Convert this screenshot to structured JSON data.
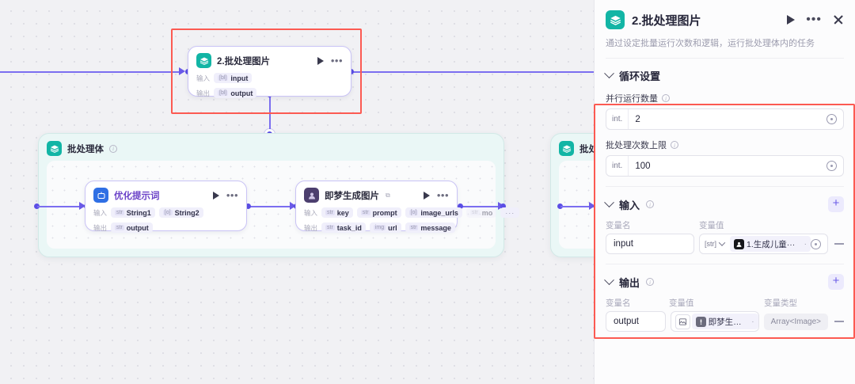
{
  "canvas": {
    "nodes": [
      {
        "id": "batch-image-node",
        "icon": "layers-icon",
        "icon_color": "#12b5a5",
        "title": "2.批处理图片",
        "input_label": "输入",
        "output_label": "输出",
        "inputs": [
          {
            "type": "[bl]",
            "name": "input"
          }
        ],
        "outputs": [
          {
            "type": "[bl]",
            "name": "output"
          }
        ],
        "play_icon": "play-icon",
        "more_icon": "ellipsis-icon"
      },
      {
        "id": "optimize-prompt-node",
        "icon": "robot-icon",
        "icon_color": "#2f6fe4",
        "title": "优化提示词",
        "input_label": "输入",
        "output_label": "输出",
        "inputs": [
          {
            "type": "str",
            "name": "String1"
          },
          {
            "type": "[o]",
            "name": "String2"
          }
        ],
        "outputs": [
          {
            "type": "str",
            "name": "output"
          }
        ],
        "play_icon": "play-icon",
        "more_icon": "ellipsis-icon"
      },
      {
        "id": "jimeng-generate-image-node",
        "icon": "avatar-icon",
        "icon_color": "#4c3f6e",
        "title": "即梦生成图片",
        "badge_icon": "plugin-icon",
        "input_label": "输入",
        "output_label": "输出",
        "inputs": [
          {
            "type": "str",
            "name": "key"
          },
          {
            "type": "str",
            "name": "prompt"
          },
          {
            "type": "[o]",
            "name": "image_urls"
          },
          {
            "type": "str",
            "name": "mo",
            "faded": true
          },
          {
            "type": "",
            "name": "···",
            "more": true
          }
        ],
        "outputs": [
          {
            "type": "str",
            "name": "task_id"
          },
          {
            "type": "img",
            "name": "url"
          },
          {
            "type": "str",
            "name": "message"
          }
        ],
        "play_icon": "play-icon",
        "more_icon": "ellipsis-icon"
      }
    ],
    "containers": [
      {
        "id": "batch-body-container",
        "icon": "layers-icon",
        "title": "批处理体",
        "info_icon": "info-icon"
      },
      {
        "id": "batch-body-container-2",
        "icon": "layers-icon",
        "title": "批处理",
        "info_icon": "info-icon"
      }
    ]
  },
  "panel": {
    "icon": "layers-icon",
    "title": "2.批处理图片",
    "subtitle": "通过设定批量运行次数和逻辑，运行批处理体内的任务",
    "run_icon": "play-icon",
    "more_icon": "ellipsis-icon",
    "close_icon": "close-icon",
    "loop_section": {
      "title": "循环设置",
      "chevron_icon": "chevron-down-icon",
      "fields": [
        {
          "label": "并行运行数量",
          "info_icon": "info-icon",
          "prefix": "int.",
          "value": "2",
          "stepper_icon": "stepper-icon"
        },
        {
          "label": "批处理次数上限",
          "info_icon": "info-icon",
          "prefix": "int.",
          "value": "100",
          "stepper_icon": "stepper-icon"
        }
      ]
    },
    "input_section": {
      "title": "输入",
      "info_icon": "info-icon",
      "chevron_icon": "chevron-down-icon",
      "add_label": "+",
      "col_name": "变量名",
      "col_value": "变量值",
      "rows": [
        {
          "name": "input",
          "value_type": "[str]",
          "type_chevron_icon": "chevron-down-icon",
          "ref_icon": "node-avatar-icon",
          "ref_text": "1.生成儿童···",
          "ref_dot": "·",
          "stepper_icon": "stepper-icon",
          "remove_icon": "minus-icon"
        }
      ]
    },
    "output_section": {
      "title": "输出",
      "info_icon": "info-icon",
      "chevron_icon": "chevron-down-icon",
      "add_label": "+",
      "col_name": "变量名",
      "col_value": "变量值",
      "col_type": "变量类型",
      "rows": [
        {
          "name": "output",
          "image_icon": "image-icon",
          "ref_icon": "warning-icon",
          "ref_text": "即梦生成···",
          "ref_dot": "·",
          "type": "Array<Image>",
          "remove_icon": "minus-icon"
        }
      ]
    }
  },
  "annotations": {
    "color": "#fc5a52",
    "boxes": [
      "node-highlight",
      "panel-settings-highlight"
    ]
  }
}
